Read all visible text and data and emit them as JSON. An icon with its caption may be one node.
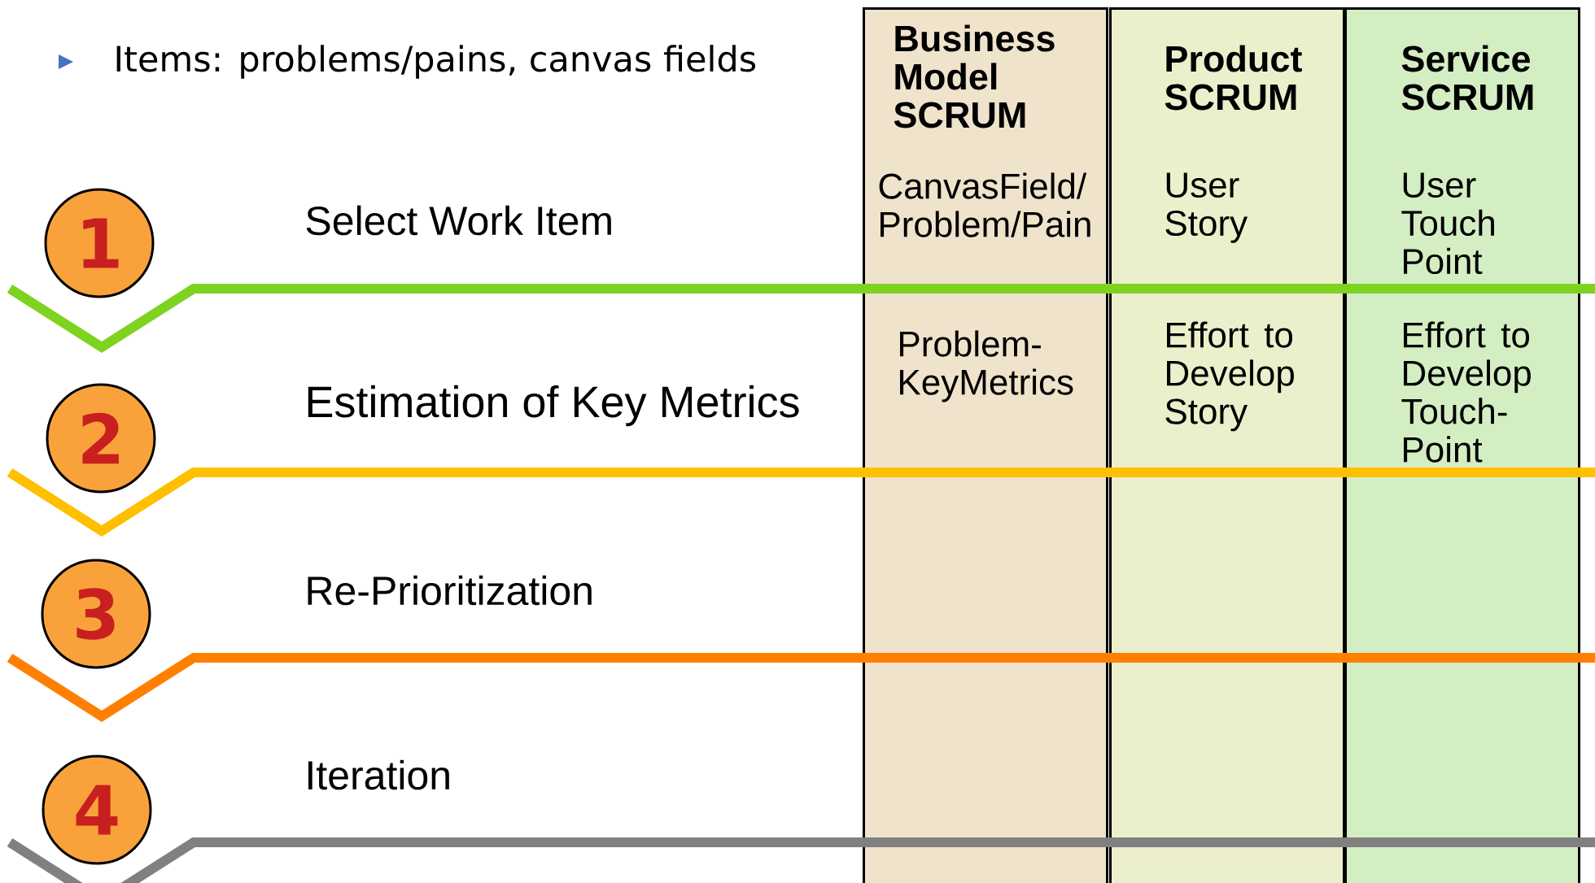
{
  "diagram": {
    "nodes": [
      {
        "text": [
          "Business Model SCRUM",
          "CanvasField/ Problem/Pain",
          "Problem- KeyMetrics"
        ]
      },
      {
        "text": [
          "Product SCRUM",
          "User Story",
          "Effort to Develop Story"
        ]
      },
      {
        "text": [
          "Service SCRUM",
          "User Touch Point",
          "Effort to Develop Touch- Point"
        ]
      },
      {
        "text": [
          "1"
        ]
      },
      {
        "text": [
          "2"
        ]
      },
      {
        "text": [
          "3"
        ]
      },
      {
        "text": [
          "4"
        ]
      }
    ],
    "labels": [
      "Items: problems/pains, canvas fields",
      "Select Work Item",
      "Estimation of Key Metrics",
      "Re-Prioritization",
      "Iteration"
    ]
  }
}
